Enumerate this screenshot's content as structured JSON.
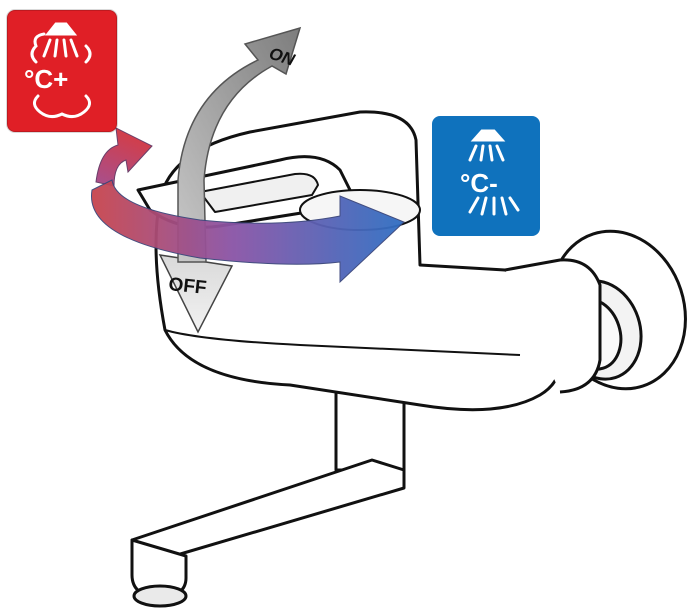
{
  "labels": {
    "on": "ON",
    "off": "OFF",
    "hot": "°C+",
    "cold": "°C-"
  },
  "colors": {
    "hot_badge": "#e01f26",
    "cold_badge": "#0f72bd",
    "arrow_hot": "#c8454d",
    "arrow_mid": "#8a54a6",
    "arrow_cold": "#2f6fc3",
    "on_off_arrow": "#8d8d8d"
  },
  "icons": {
    "hot": "shower-steam-icon",
    "cold": "shower-icon"
  }
}
